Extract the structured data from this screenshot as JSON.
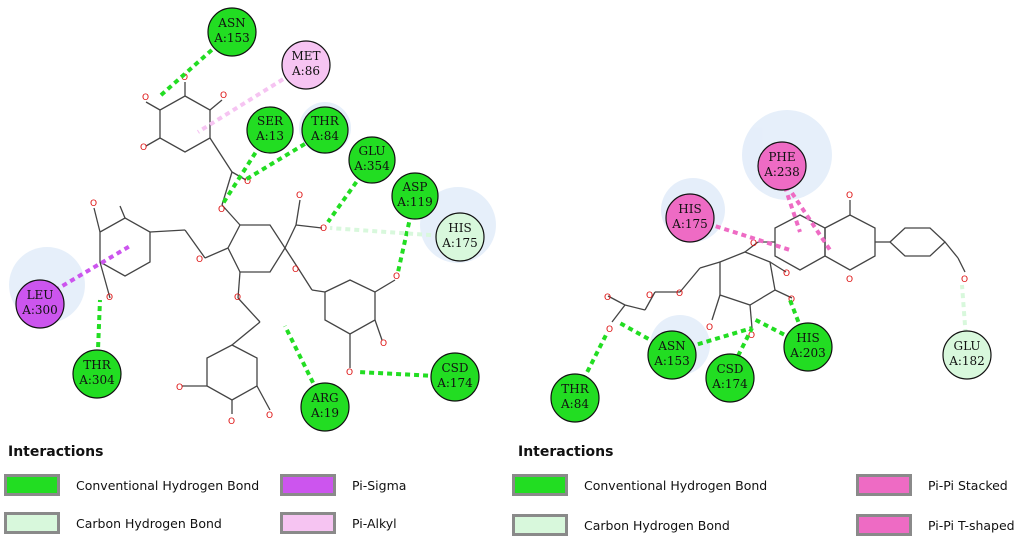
{
  "colors": {
    "conventional_hbond": "#22dd22",
    "carbon_hbond": "#d8f8dc",
    "pi_sigma": "#cc55ee",
    "pi_alkyl": "#f6c4f2",
    "pi_pi": "#ee6bc4",
    "ring_halo": "#dbe8f8"
  },
  "left_panel": {
    "residues": [
      {
        "name": "ASN",
        "chain": "A:153",
        "type": "conventional_hbond"
      },
      {
        "name": "MET",
        "chain": "A:86",
        "type": "pi_alkyl"
      },
      {
        "name": "SER",
        "chain": "A:13",
        "type": "conventional_hbond"
      },
      {
        "name": "THR",
        "chain": "A:84",
        "type": "conventional_hbond"
      },
      {
        "name": "GLU",
        "chain": "A:354",
        "type": "conventional_hbond"
      },
      {
        "name": "ASP",
        "chain": "A:119",
        "type": "conventional_hbond"
      },
      {
        "name": "HIS",
        "chain": "A:175",
        "type": "carbon_hbond"
      },
      {
        "name": "LEU",
        "chain": "A:300",
        "type": "pi_sigma"
      },
      {
        "name": "THR",
        "chain": "A:304",
        "type": "conventional_hbond"
      },
      {
        "name": "ARG",
        "chain": "A:19",
        "type": "conventional_hbond"
      },
      {
        "name": "CSD",
        "chain": "A:174",
        "type": "conventional_hbond"
      }
    ],
    "legend": {
      "title": "Interactions",
      "items": [
        {
          "label": "Conventional Hydrogen Bond",
          "type": "conventional_hbond"
        },
        {
          "label": "Carbon Hydrogen Bond",
          "type": "carbon_hbond"
        },
        {
          "label": "Pi-Sigma",
          "type": "pi_sigma"
        },
        {
          "label": "Pi-Alkyl",
          "type": "pi_alkyl"
        }
      ]
    }
  },
  "right_panel": {
    "residues": [
      {
        "name": "PHE",
        "chain": "A:238",
        "type": "pi_pi"
      },
      {
        "name": "HIS",
        "chain": "A:175",
        "type": "pi_pi"
      },
      {
        "name": "ASN",
        "chain": "A:153",
        "type": "conventional_hbond"
      },
      {
        "name": "CSD",
        "chain": "A:174",
        "type": "conventional_hbond"
      },
      {
        "name": "HIS",
        "chain": "A:203",
        "type": "conventional_hbond"
      },
      {
        "name": "THR",
        "chain": "A:84",
        "type": "conventional_hbond"
      },
      {
        "name": "GLU",
        "chain": "A:182",
        "type": "carbon_hbond"
      }
    ],
    "legend": {
      "title": "Interactions",
      "items": [
        {
          "label": "Conventional Hydrogen Bond",
          "type": "conventional_hbond"
        },
        {
          "label": "Carbon Hydrogen Bond",
          "type": "carbon_hbond"
        },
        {
          "label": "Pi-Pi Stacked",
          "type": "pi_pi"
        },
        {
          "label": "Pi-Pi T-shaped",
          "type": "pi_pi"
        }
      ]
    }
  }
}
